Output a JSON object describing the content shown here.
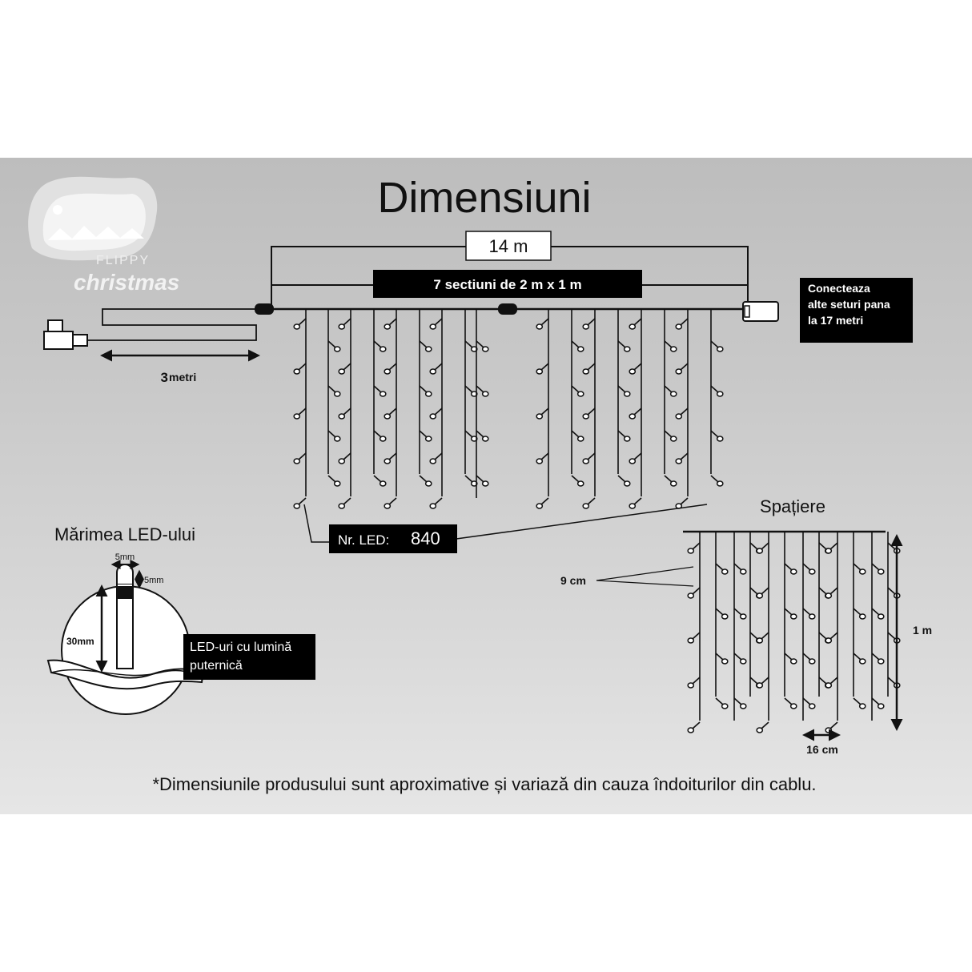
{
  "title": "Dimensiuni",
  "logo": {
    "line1": "FLIPPY",
    "line2": "christmas"
  },
  "total_length": "14 m",
  "sections_label": "7 sectiuni de 2 m x 1 m",
  "connector_note": [
    "Conecteaza",
    "alte seturi pana",
    "la 17 metri"
  ],
  "lead_cable": {
    "value": "3",
    "unit": "metri"
  },
  "led_count": {
    "label": "Nr. LED:",
    "value": "840"
  },
  "led_size": {
    "title": "Mărimea LED-ului",
    "width": "5mm",
    "height": "5mm",
    "length": "30mm",
    "callout": [
      "LED-uri cu lumină",
      "puternică"
    ]
  },
  "spacing": {
    "title": "Spațiere",
    "vertical": "9 cm",
    "horizontal": "16 cm",
    "drop": "1 m"
  },
  "footnote": "*Dimensiunile produsului sunt aproximative și variază din cauza îndoiturilor din cablu.",
  "colors": {
    "line": "#111111",
    "panel_top": "#bdbdbd",
    "panel_bottom": "#e6e6e6",
    "label_bg": "#000000",
    "label_text": "#ffffff",
    "led_fill": "#ffffff"
  }
}
